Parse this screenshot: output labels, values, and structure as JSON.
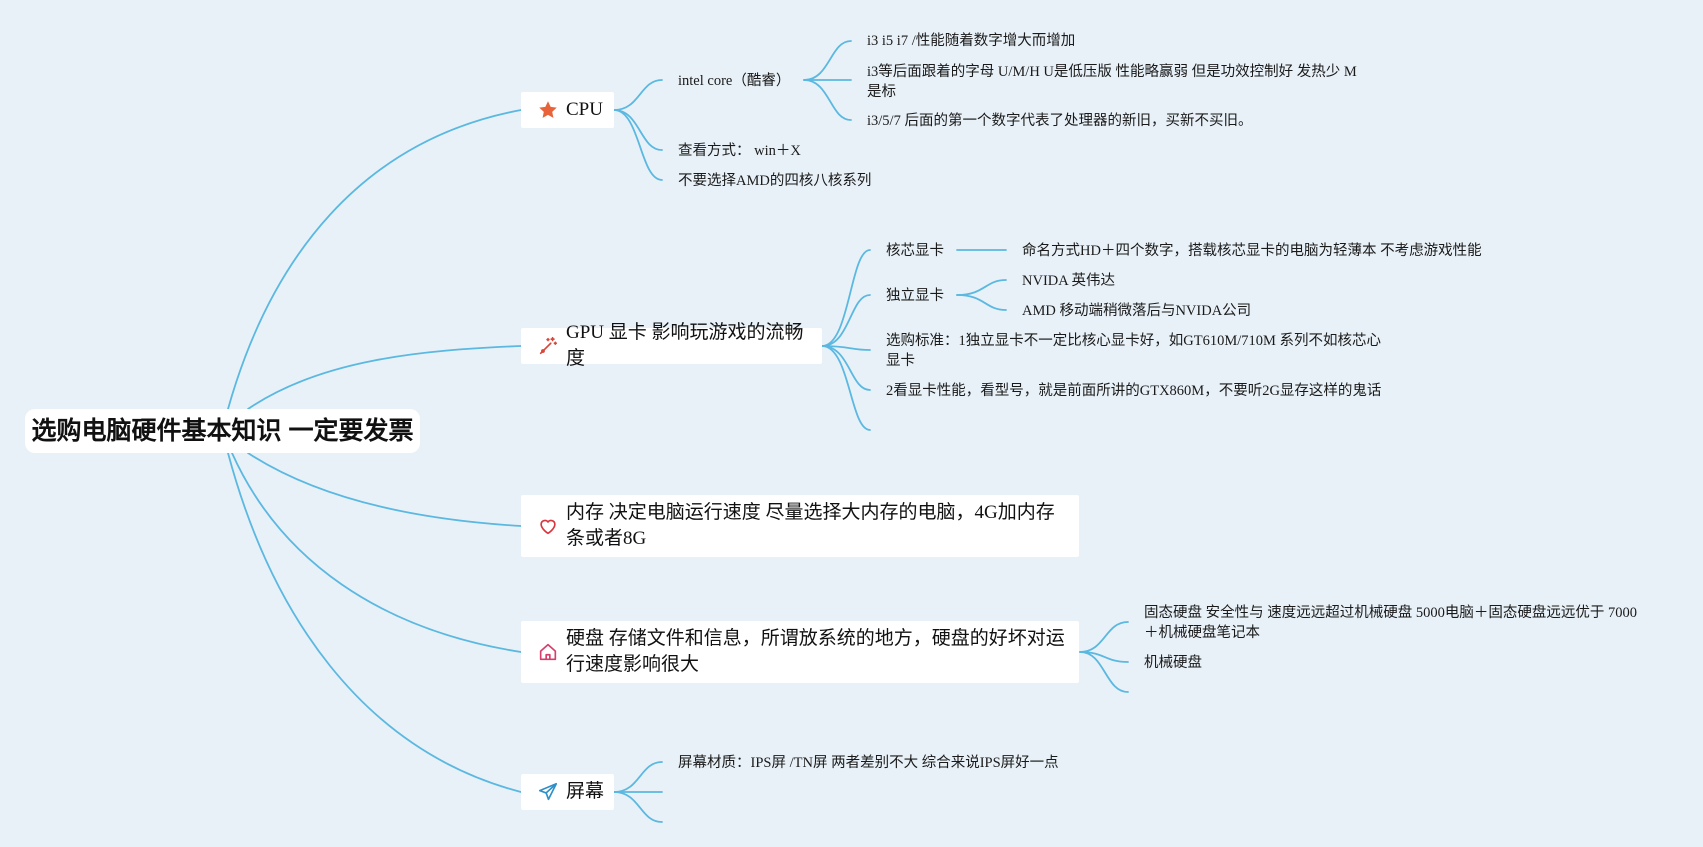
{
  "root": {
    "label": "选购电脑硬件基本知识 一定要发票"
  },
  "colors": {
    "link": "#5bb8e0",
    "background": "#e8f1f8",
    "node": "#ffffff"
  },
  "topics": {
    "cpu": {
      "label": "CPU",
      "icon": "star-icon",
      "intel": "intel core（酷睿）",
      "intel_1": "i3 i5 i7 /性能随着数字增大而增加",
      "intel_2": "i3等后面跟着的字母 U/M/H  U是低压版 性能略赢弱 但是功效控制好 发热少 M是标",
      "intel_3": "i3/5/7 后面的第一个数字代表了处理器的新旧，买新不买旧。",
      "check": "查看方式： win＋X",
      "amd": "不要选择AMD的四核八核系列"
    },
    "gpu": {
      "label": "GPU 显卡 影响玩游戏的流畅度",
      "icon": "magic-wand-icon",
      "integrated": "核芯显卡",
      "integrated_note": "命名方式HD＋四个数字，搭载核芯显卡的电脑为轻薄本 不考虑游戏性能",
      "discrete": "独立显卡",
      "nvida": "NVIDA 英伟达",
      "amd": "AMD 移动端稍微落后与NVIDA公司",
      "criteria_1": "选购标准：1独立显卡不一定比核心显卡好，如GT610M/710M 系列不如核芯心显卡",
      "criteria_2": "2看显卡性能，看型号，就是前面所讲的GTX860M，不要听2G显存这样的鬼话"
    },
    "memory": {
      "label": "内存  决定电脑运行速度 尽量选择大内存的电脑，4G加内存条或者8G",
      "icon": "heart-icon"
    },
    "disk": {
      "label": "硬盘  存储文件和信息，所谓放系统的地方，硬盘的好坏对运行速度影响很大",
      "icon": "home-icon",
      "ssd": "固态硬盘 安全性与 速度远远超过机械硬盘 5000电脑＋固态硬盘远远优于 7000＋机械硬盘笔记本",
      "hdd": "机械硬盘"
    },
    "screen": {
      "label": "屏幕",
      "icon": "paper-plane-icon",
      "material": "屏幕材质：IPS屏 /TN屏 两者差别不大 综合来说IPS屏好一点"
    }
  }
}
